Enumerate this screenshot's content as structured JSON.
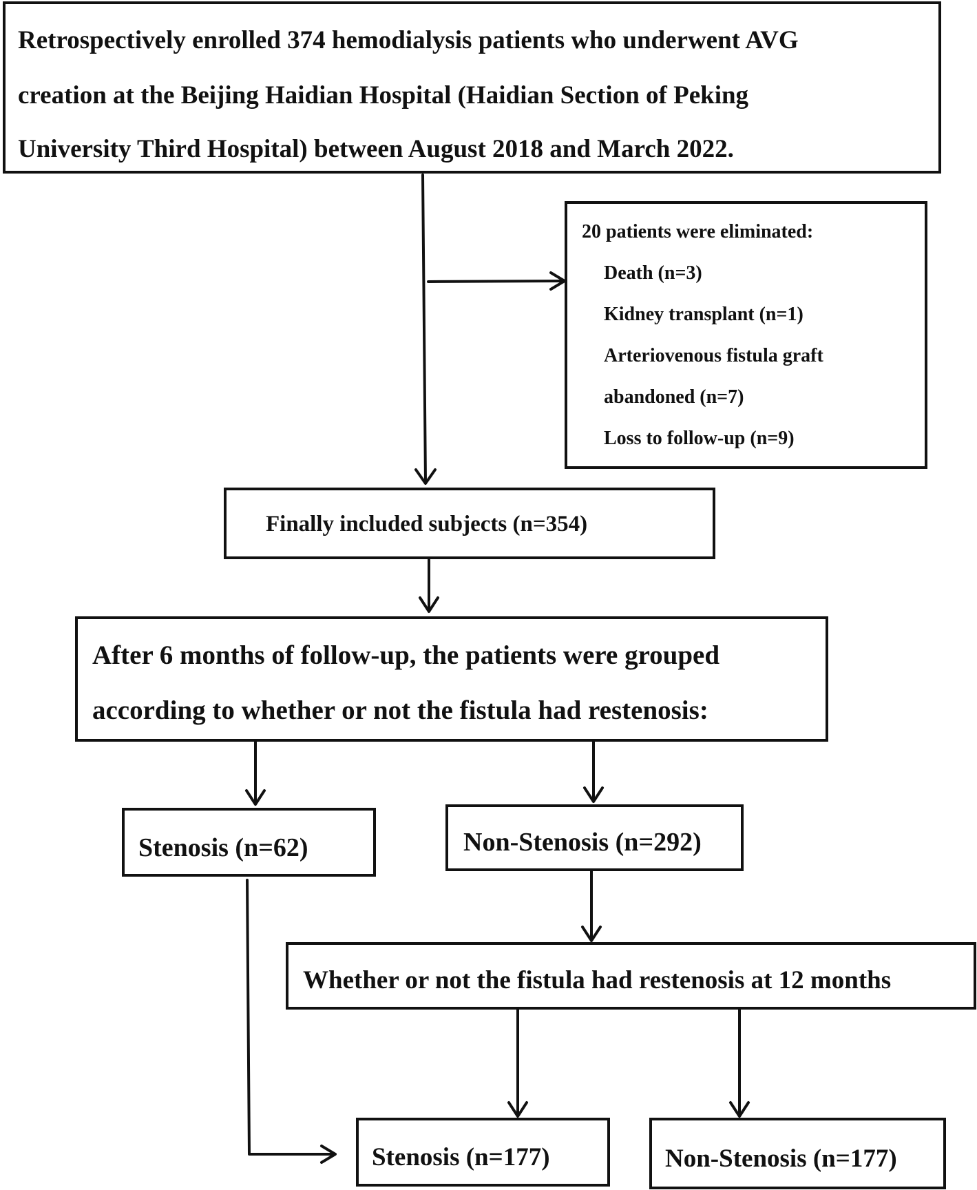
{
  "enrollment": {
    "lines": [
      "Retrospectively enrolled 374 hemodialysis patients who underwent AVG",
      "creation at the Beijing Haidian Hospital (Haidian Section of Peking",
      "University Third Hospital) between August 2018 and March 2022."
    ]
  },
  "exclusion": {
    "header": "20 patients were eliminated:",
    "items": [
      "Death (n=3)",
      "Kidney transplant (n=1)",
      "Arteriovenous fistula graft",
      "abandoned (n=7)",
      "Loss to follow-up (n=9)"
    ]
  },
  "included": {
    "label": "Finally included subjects (n=354)"
  },
  "grouping": {
    "lines": [
      "After 6 months of follow-up, the patients were grouped",
      "according to whether or not the fistula had restenosis:"
    ]
  },
  "stenosis_6m": {
    "label": "Stenosis (n=62)"
  },
  "nonstenosis_6m": {
    "label": "Non-Stenosis (n=292)"
  },
  "restenosis_12m": {
    "label": "Whether or not the fistula had restenosis at 12 months"
  },
  "stenosis_final": {
    "label": "Stenosis (n=177)"
  },
  "nonstenosis_final": {
    "label": "Non-Stenosis (n=177)"
  }
}
